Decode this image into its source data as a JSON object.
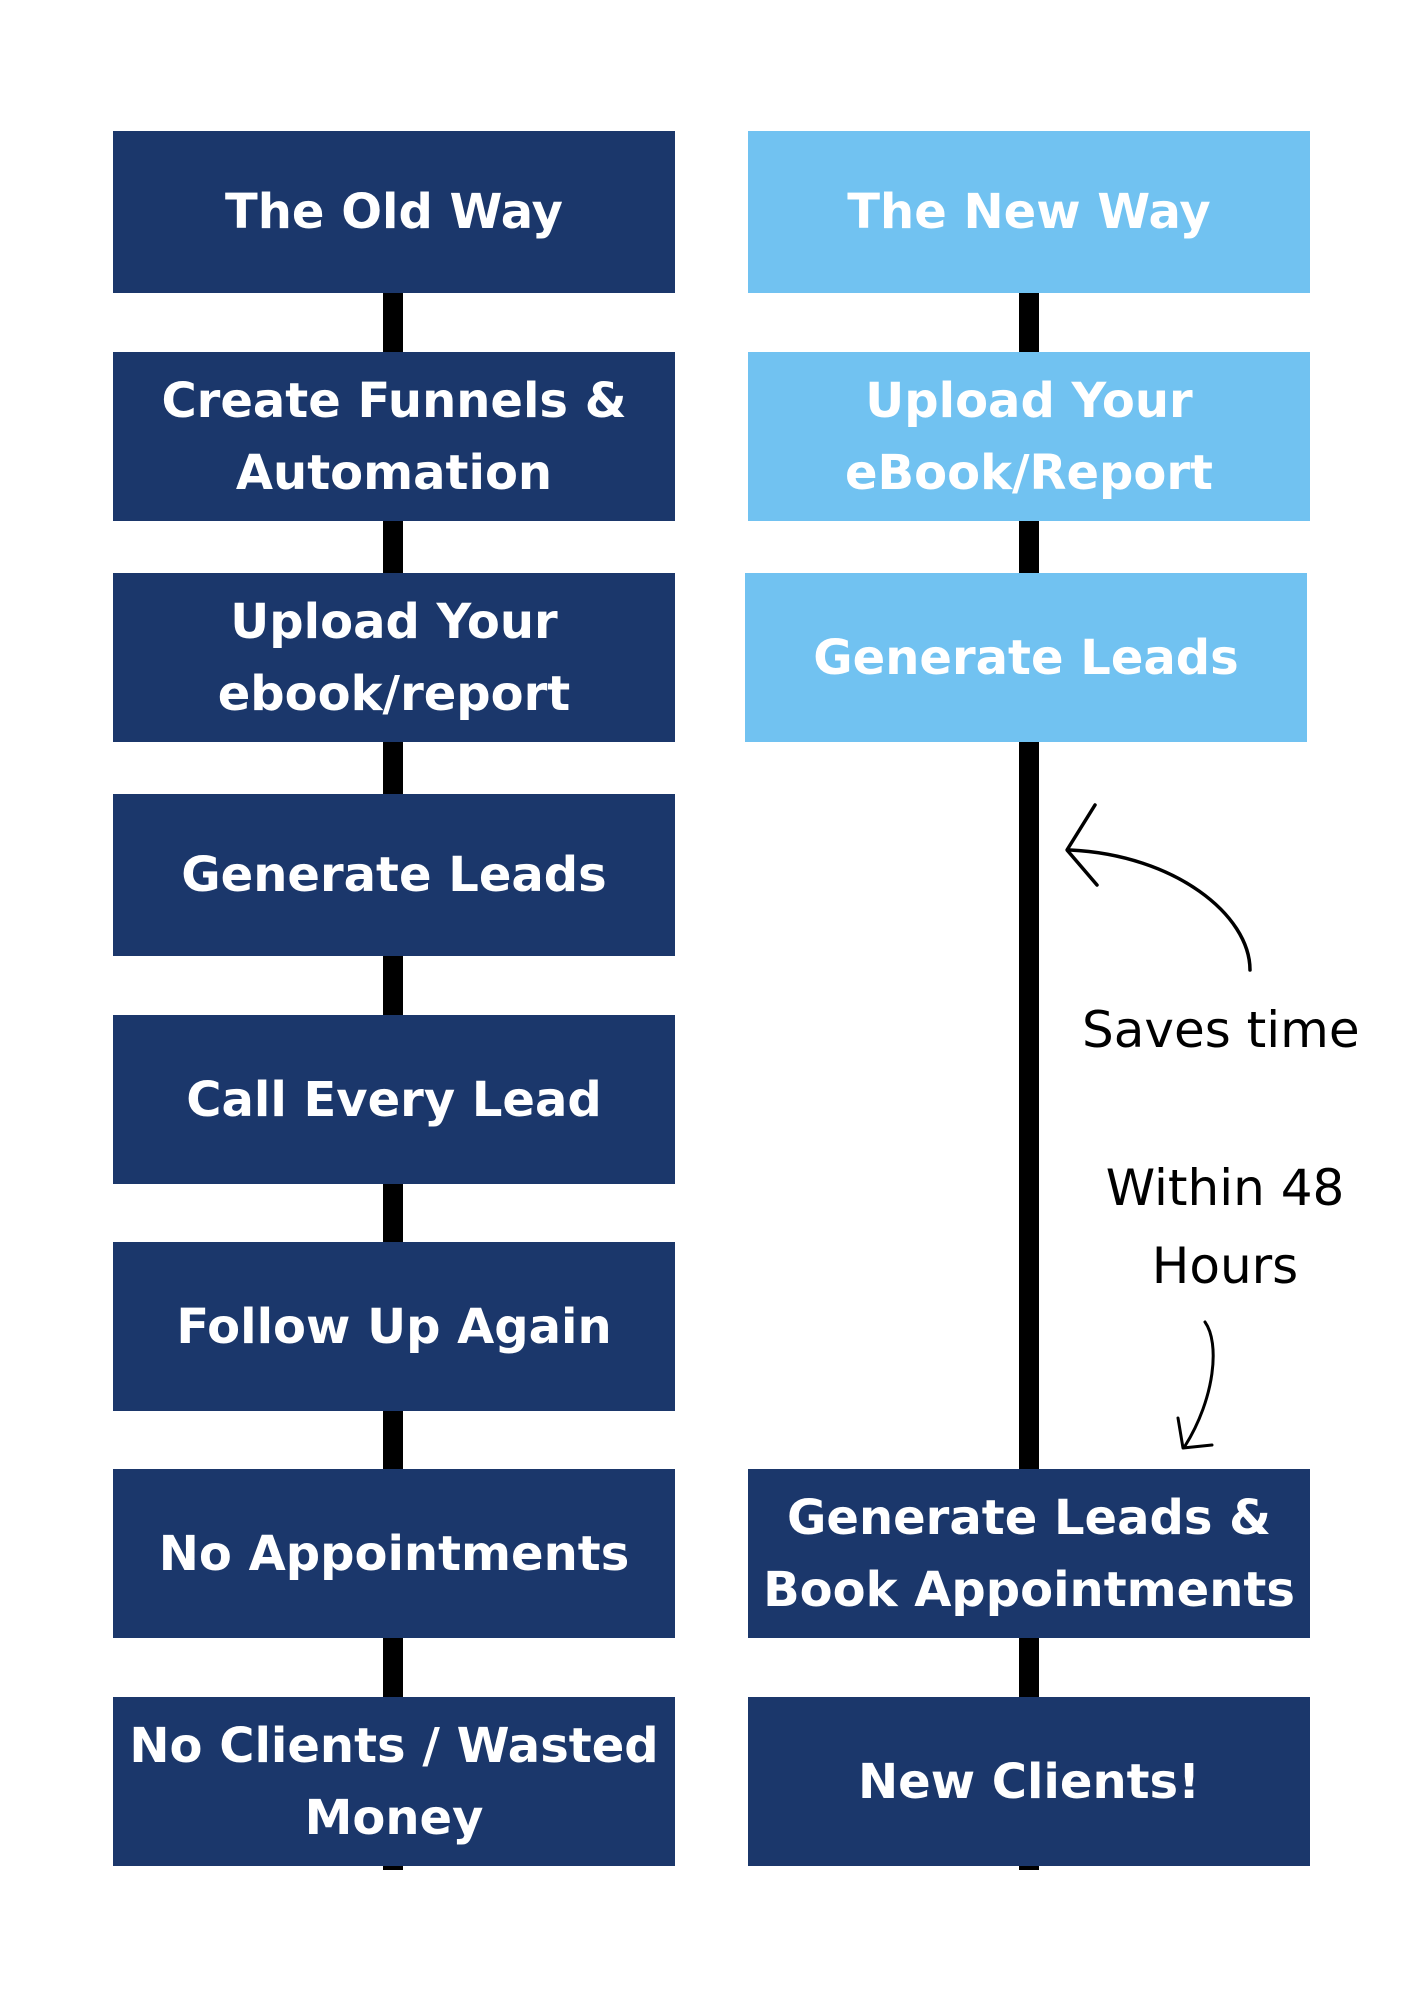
{
  "colors": {
    "old_way_box": "#1b376b",
    "new_way_box": "#71c2f1",
    "connector": "#000000",
    "box_text": "#ffffff"
  },
  "old_way": {
    "header": "The Old Way",
    "steps": [
      "Create Funnels &\nAutomation",
      "Upload Your\nebook/report",
      "Generate Leads",
      "Call Every Lead",
      "Follow Up Again",
      "No Appointments",
      "No Clients / Wasted\nMoney"
    ]
  },
  "new_way": {
    "header": "The New Way",
    "steps": [
      "Upload Your\neBook/Report",
      "Generate Leads",
      "Generate Leads &\nBook Appointments",
      "New Clients!"
    ]
  },
  "annotations": {
    "saves_time": "Saves time",
    "within_48_hours": "Within 48\nHours"
  }
}
